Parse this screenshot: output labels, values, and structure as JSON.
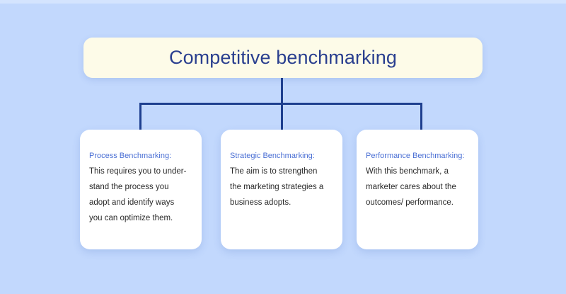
{
  "diagram": {
    "type": "org-chart",
    "root": {
      "title": "Competitive benchmarking"
    },
    "children": [
      {
        "heading": "Process Benchmarking:",
        "body_lines": [
          "This requires you to under-",
          "stand the process you",
          "adopt and identify ways",
          "you can optimize them."
        ]
      },
      {
        "heading": "Strategic Benchmarking:",
        "body_lines": [
          "The aim is to strengthen",
          "the marketing strategies a",
          "business adopts."
        ]
      },
      {
        "heading": "Performance Benchmarking:",
        "body_lines": [
          "With this benchmark, a",
          "marketer cares about the",
          "outcomes/ performance."
        ]
      }
    ]
  },
  "colors": {
    "background": "#c2d8fd",
    "title_box": "#fdfbe8",
    "title_text": "#2a3f8f",
    "connector": "#1e3f8f",
    "card_background": "#ffffff",
    "card_heading": "#4a6fd4",
    "card_body": "#2a2a2a"
  }
}
